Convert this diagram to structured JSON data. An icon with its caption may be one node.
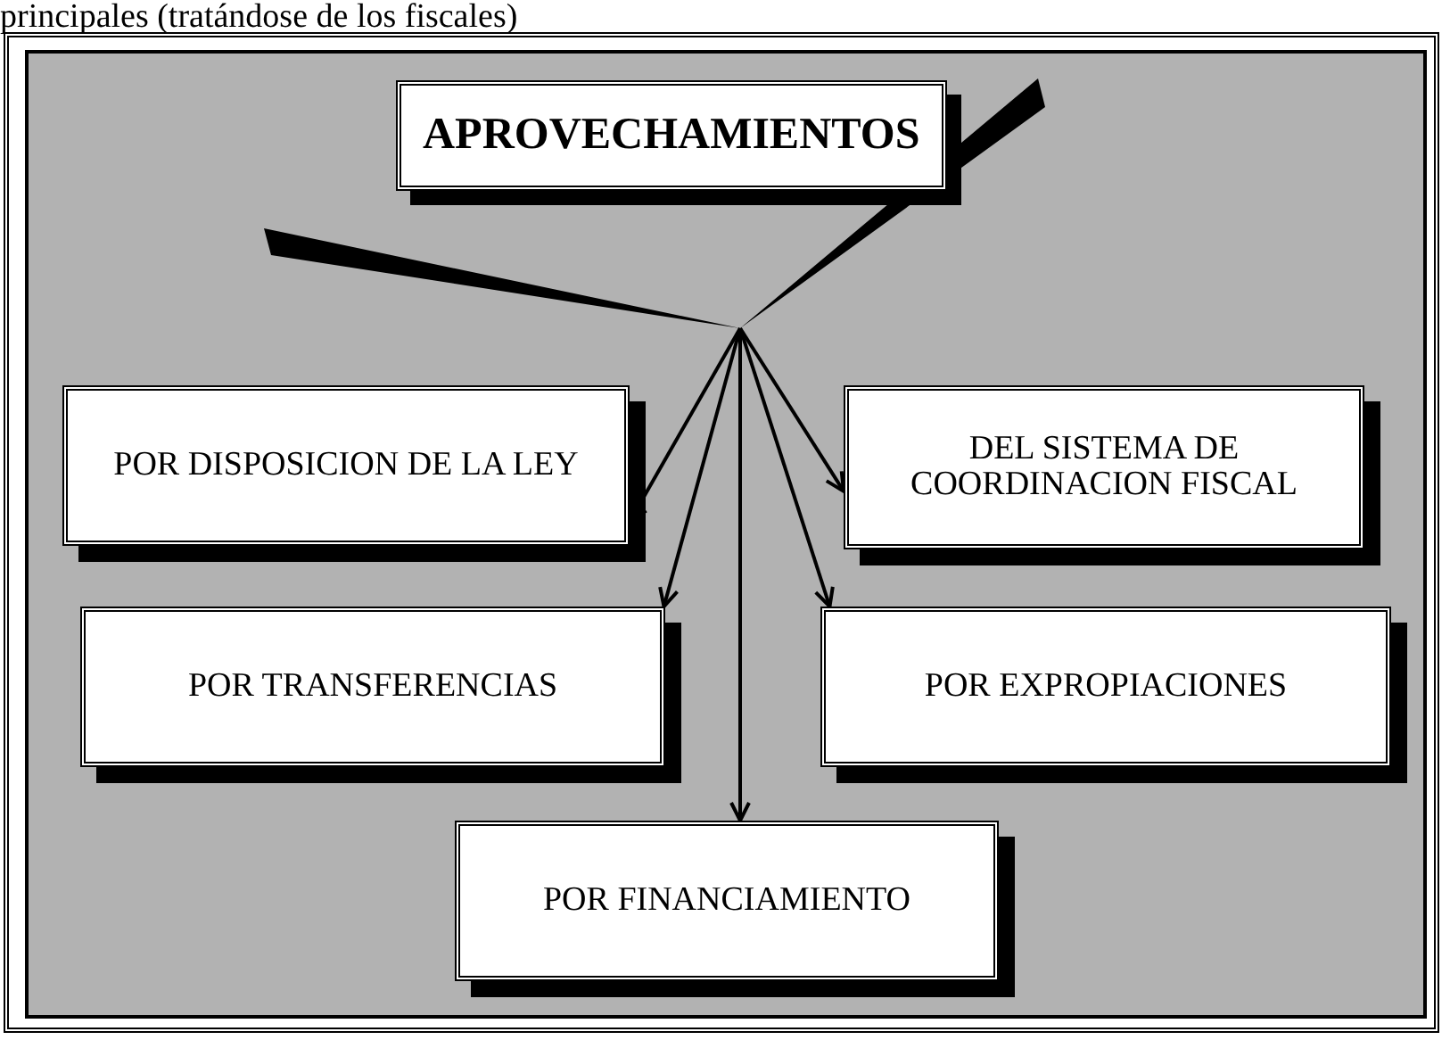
{
  "diagram": {
    "title": "APROVECHAMIENTOS",
    "nodes": [
      {
        "text": [
          "POR DISPOSICION DE LA LEY"
        ]
      },
      {
        "text": [
          "DEL SISTEMA DE COORDINACION FISCAL"
        ]
      },
      {
        "text": [
          "POR TRANSFERENCIAS"
        ]
      },
      {
        "text": [
          "POR EXPROPIACIONES"
        ]
      },
      {
        "text": [
          "POR FINANCIAMIENTO"
        ]
      }
    ],
    "edges": [
      {
        "from": null,
        "to": 0,
        "arrow": "to"
      },
      {
        "from": null,
        "to": 1,
        "arrow": "to"
      },
      {
        "from": null,
        "to": 2,
        "arrow": "to"
      },
      {
        "from": null,
        "to": 3,
        "arrow": "to"
      },
      {
        "from": null,
        "to": 4,
        "arrow": "to"
      }
    ],
    "labels": [
      "principales (tratándose de los fiscales)"
    ]
  }
}
